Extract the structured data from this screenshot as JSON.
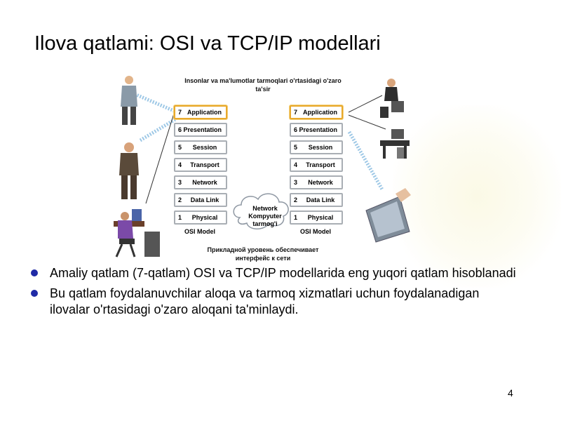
{
  "slide": {
    "title": "Ilova qatlami: OSI va TCP/IP modellari",
    "page_number": "4"
  },
  "figure": {
    "caption_top": "Insonlar va ma'lumotlar tarmoqlari o'rtasidagi o'zaro ta'sir",
    "caption_bottom": "Прикладной уровень обеспечивает интерфейс к сети",
    "cloud_label": "Network Kompyuter tarmog'i",
    "left_model_label": "OSI Model",
    "right_model_label": "OSI Model",
    "layers": [
      {
        "num": "7",
        "name": "Application"
      },
      {
        "num": "6",
        "name": "Presentation"
      },
      {
        "num": "5",
        "name": "Session"
      },
      {
        "num": "4",
        "name": "Transport"
      },
      {
        "num": "3",
        "name": "Network"
      },
      {
        "num": "2",
        "name": "Data Link"
      },
      {
        "num": "1",
        "name": "Physical"
      }
    ],
    "highlight_color": "#e8a92c"
  },
  "bullets": [
    "Amaliy qatlam (7-qatlam) OSI va TCP/IP modellarida eng yuqori qatlam hisoblanadi",
    "Bu qatlam foydalanuvchilar aloqa va tarmoq xizmatlari uchun foydalanadigan ilovalar o'rtasidagi o'zaro aloqani ta'minlaydi."
  ],
  "colors": {
    "bullet": "#1f2aa6"
  }
}
